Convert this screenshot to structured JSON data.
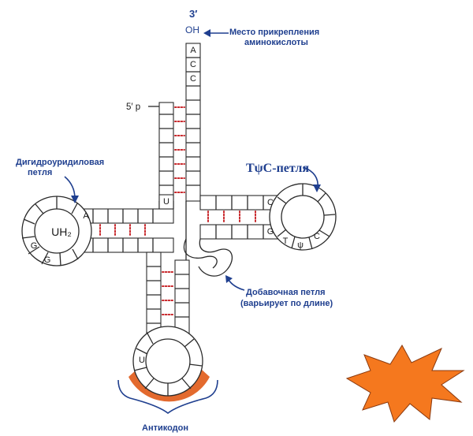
{
  "end_3prime": {
    "mark": "3′",
    "group": "OH"
  },
  "end_5prime": {
    "mark": "5′ p"
  },
  "acceptor_bases": [
    "A",
    "C",
    "C"
  ],
  "labels": {
    "attachment": [
      "Место прикрепления",
      "аминокислоты"
    ],
    "d_loop": [
      "Дигидроуридиловая",
      "петля"
    ],
    "t_loop": "TψC-петля",
    "variable_loop": [
      "Добавочная петля",
      "(варьирует по длине)"
    ],
    "anticodon": "Антикодон"
  },
  "d_loop_inner": "UH₂",
  "d_loop_bases": {
    "a": "A",
    "g1": "G",
    "g2": "G"
  },
  "t_loop_bases": {
    "c1": "C",
    "g": "G",
    "t": "T",
    "psi": "ψ",
    "c2": "C"
  },
  "u_acceptor_junction": "U",
  "u_anticodon": "U",
  "colors": {
    "label_blue": "#1f3f8f",
    "bond_red": "#c8272b",
    "anticodon_orange": "#e05a17",
    "burst_orange": "#f5781e"
  }
}
